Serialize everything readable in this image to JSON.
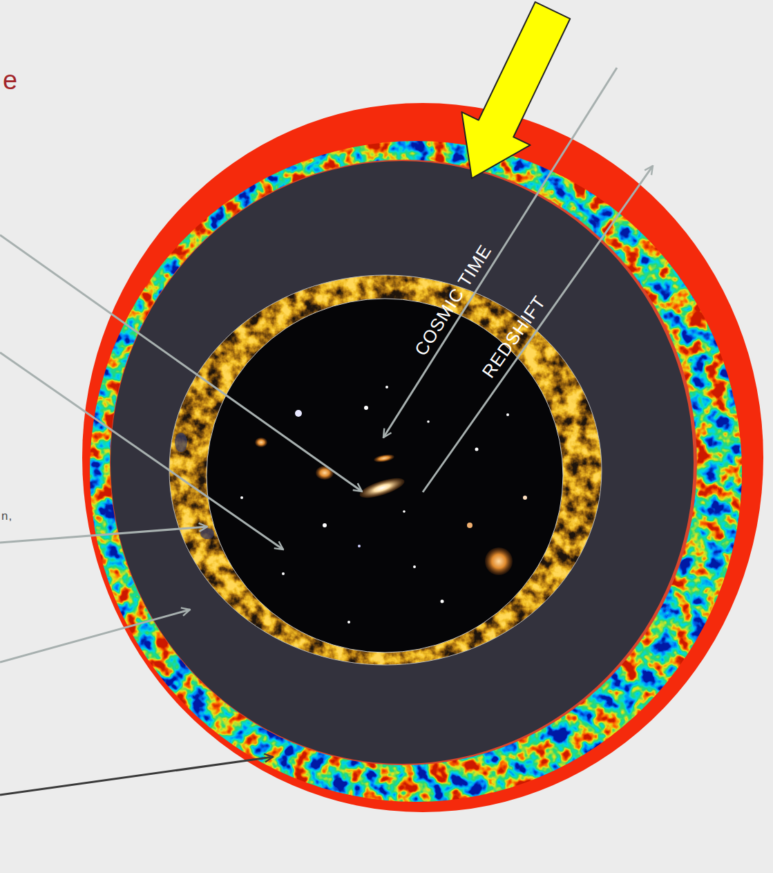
{
  "diagram": {
    "title": "e",
    "labels": [
      "COSMIC TIME",
      "REDSHIFT",
      "n,"
    ]
  }
}
